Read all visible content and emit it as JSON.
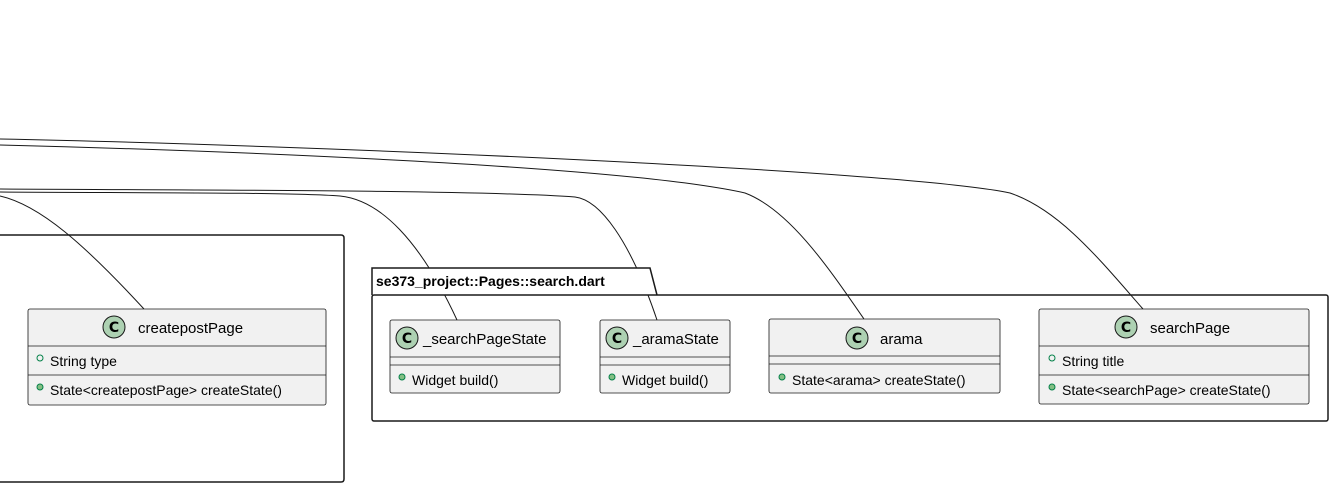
{
  "packages": [
    {
      "id": "left",
      "label": ""
    },
    {
      "id": "search",
      "label": "se373_project::Pages::search.dart"
    }
  ],
  "classes": [
    {
      "id": "createpostPage",
      "stereotype": "C",
      "name": "createpostPage",
      "fields": [
        "String type"
      ],
      "methods": [
        "State<createpostPage> createState()"
      ]
    },
    {
      "id": "searchPageState",
      "stereotype": "C",
      "name": "_searchPageState",
      "fields": [],
      "methods": [
        "Widget build()"
      ]
    },
    {
      "id": "aramaState",
      "stereotype": "C",
      "name": "_aramaState",
      "fields": [],
      "methods": [
        "Widget build()"
      ]
    },
    {
      "id": "arama",
      "stereotype": "C",
      "name": "arama",
      "fields": [],
      "methods": [
        "State<arama> createState()"
      ]
    },
    {
      "id": "searchPage",
      "stereotype": "C",
      "name": "searchPage",
      "fields": [
        "String title"
      ],
      "methods": [
        "State<searchPage> createState()"
      ]
    }
  ],
  "colors": {
    "class_fill": "#f1f1f1",
    "class_border": "#181818",
    "stereotype_circle": "#add1b2",
    "visibility_public": "#84be84"
  }
}
